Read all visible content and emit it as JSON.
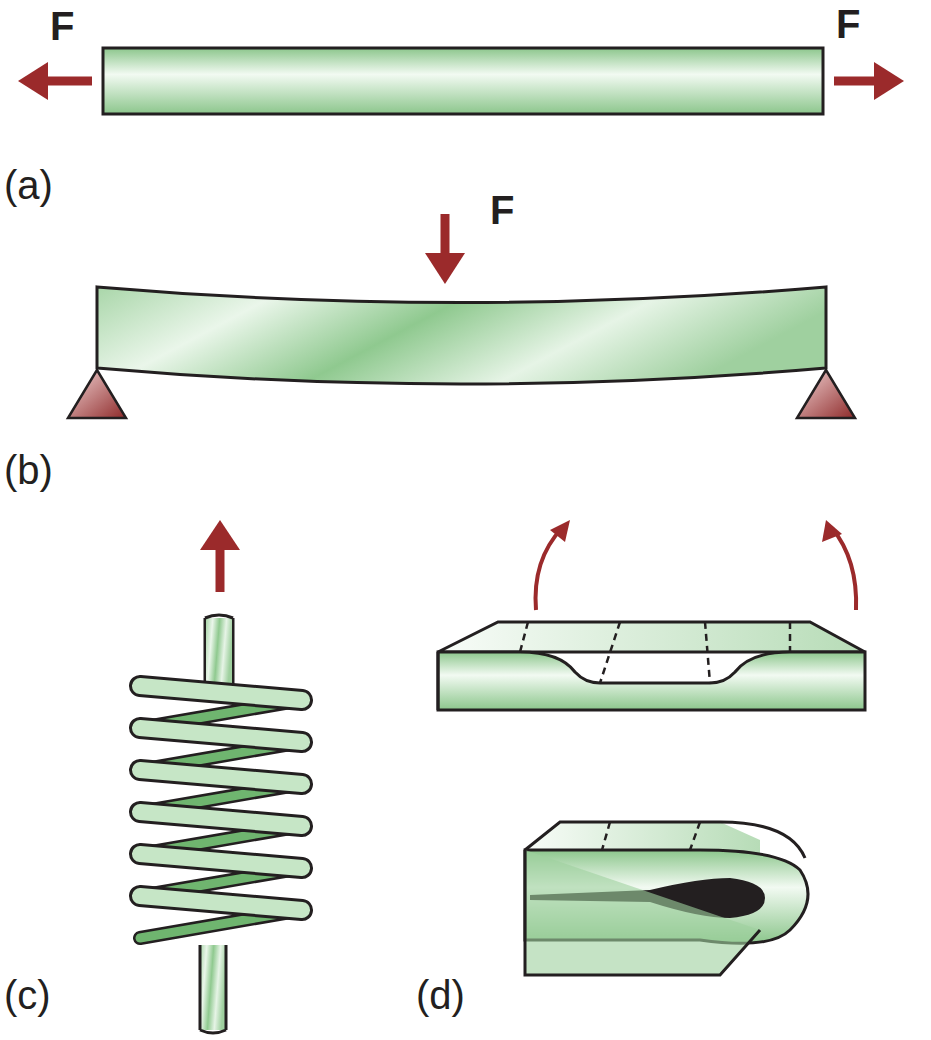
{
  "diagram": {
    "labels": [
      "F",
      "F",
      "(a)",
      "(b)",
      "F",
      "(c)",
      "(d)"
    ]
  }
}
